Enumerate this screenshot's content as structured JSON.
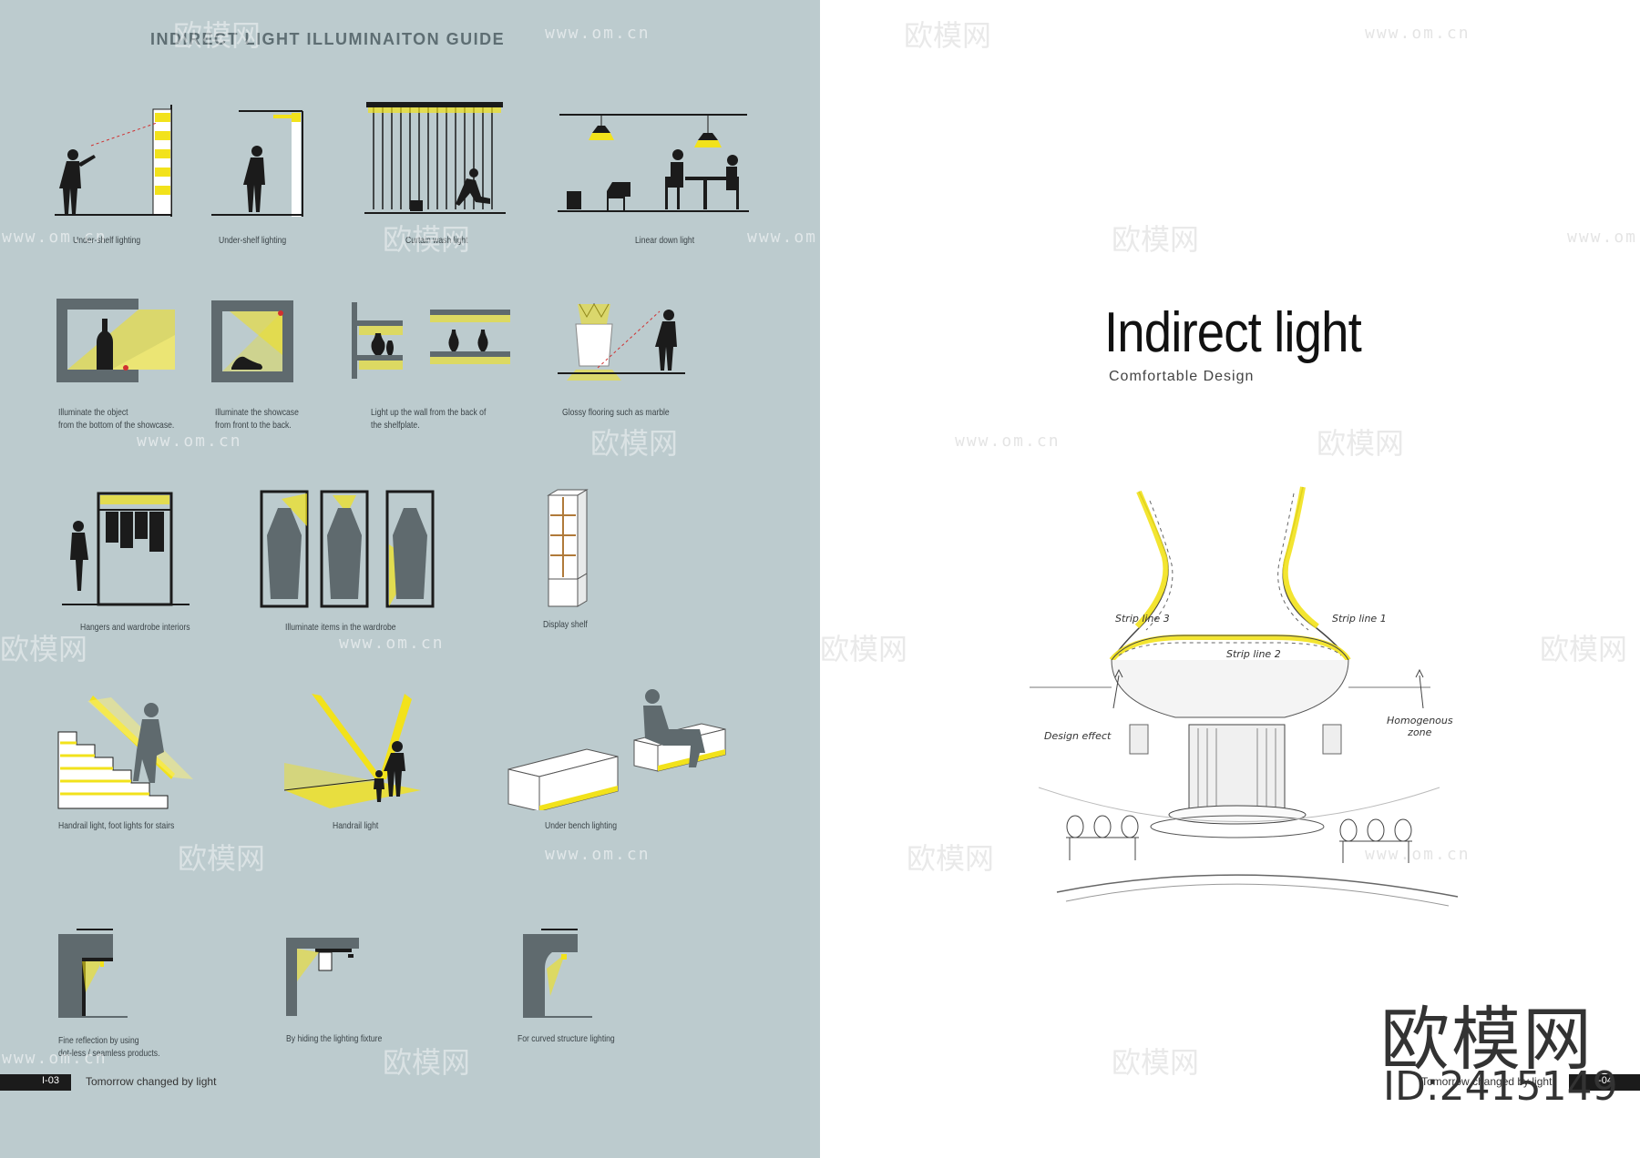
{
  "left_page": {
    "title": "INDIRECT LIGHT ILLUMINAITON GUIDE",
    "captions": {
      "r1a": "Under-shelf lighting",
      "r1b": "Under-shelf lighting",
      "r1c": "Curtain wash light",
      "r1d": "Linear down light",
      "r2a": "Illuminate the object\nfrom the bottom of the showcase.",
      "r2b": "Illuminate the showcase\nfrom front to the back.",
      "r2c": "Light up the wall from the back of\nthe shelfplate.",
      "r2d": "Glossy flooring such as marble",
      "r3a": "Hangers and wardrobe interiors",
      "r3b": "Illuminate items in the wardrobe",
      "r3c": "Display shelf",
      "r4a": "Handrail light, foot lights for stairs",
      "r4b": "Handrail light",
      "r4c": "Under bench lighting",
      "r5a": "Fine reflection by using\ndot-less / seamless products.",
      "r5b": "By hiding the lighting fixture",
      "r5c": "For curved structure lighting"
    },
    "page_number": "I-03",
    "footer": "Tomorrow changed by light"
  },
  "right_page": {
    "title": "Indirect light",
    "subtitle": "Comfortable Design",
    "sketch_labels": {
      "strip3": "Strip line 3",
      "strip1": "Strip line 1",
      "strip2": "Strip line 2",
      "design_effect": "Design effect",
      "homogenous": "Homogenous\nzone"
    },
    "page_number": "I-04",
    "footer": "Tomorrow changed by light"
  },
  "watermark": {
    "brand": "欧模网",
    "url": "www.om.cn",
    "id": "ID:2415149"
  },
  "colors": {
    "left_bg": "#bccbce",
    "accent_yellow": "#f2e21b",
    "silhouette": "#1b1b1b",
    "wall_gray": "#5f6a6e"
  }
}
